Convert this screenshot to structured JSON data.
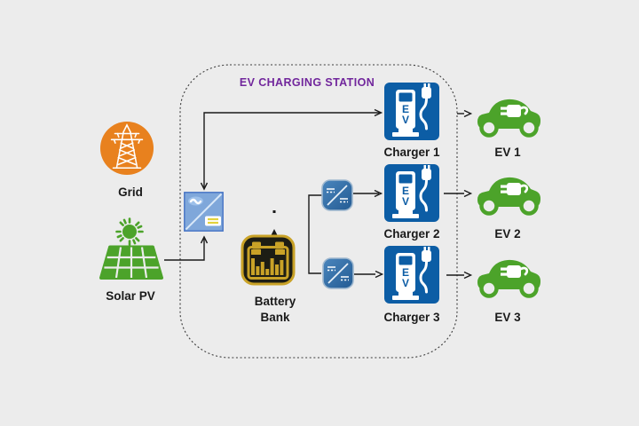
{
  "title": "EV CHARGING STATION",
  "labels": {
    "grid": "Grid",
    "solar": "Solar PV",
    "battery_line1": "Battery",
    "battery_line2": "Bank"
  },
  "chargers": [
    {
      "label": "Charger 1"
    },
    {
      "label": "Charger 2"
    },
    {
      "label": "Charger 3"
    }
  ],
  "evs": [
    {
      "label": "EV 1"
    },
    {
      "label": "EV 2"
    },
    {
      "label": "EV 3"
    }
  ],
  "icons": {
    "charger_letter_top": "E",
    "charger_letter_bottom": "V"
  },
  "colors": {
    "background": "#ECECEC",
    "grid_orange": "#E8811E",
    "green": "#4CA32A",
    "acdc_fill": "#7FA7DA",
    "acdc_border": "#4472C4",
    "dcdc_blue": "#2E6DA8",
    "charger_blue": "#0C5DA5",
    "battery_gold": "#C9A227",
    "battery_dark": "#1D1D14",
    "title_purple": "#71269C",
    "line_black": "#1A1A1A"
  }
}
